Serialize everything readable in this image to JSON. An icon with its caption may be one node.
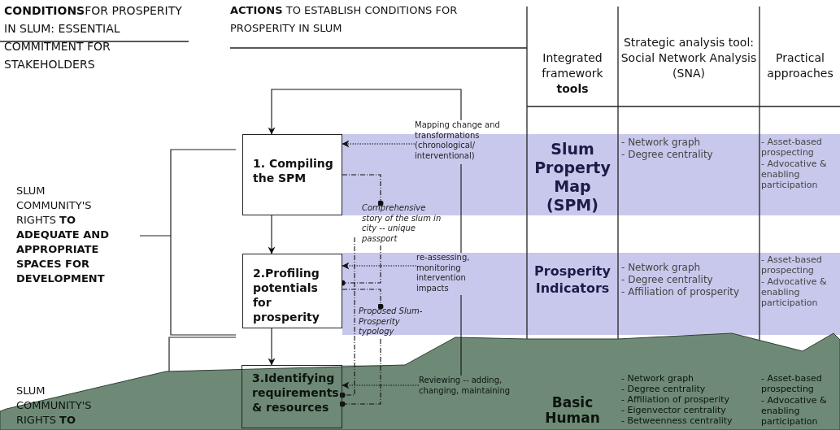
{
  "diagram": {
    "nodes": [
      {
        "text": [
          "1. Compiling the SPM"
        ]
      },
      {
        "text": [
          "2.Profiling potentials for prosperity"
        ]
      },
      {
        "text": [
          "3.Identifying requirements & resources"
        ]
      },
      {
        "text": [
          "Mapping change and transformations (chronological/ interventional)"
        ]
      },
      {
        "text": [
          "re-assessing, monitoring intervention impacts"
        ]
      },
      {
        "text": [
          "Reviewing -- adding, changing, maintaining"
        ]
      },
      {
        "text": [
          "Comprehensive story of the slum in city -- unique passport"
        ]
      },
      {
        "text": [
          "Proposed Slum-Prosperity typology"
        ]
      }
    ],
    "edges": [
      {
        "from": 3,
        "to": 0,
        "arrow": "to"
      },
      {
        "from": 3,
        "to": 0,
        "arrow": "to",
        "style": "dashed"
      },
      {
        "from": 3,
        "to": 4,
        "arrow": "none"
      },
      {
        "from": 4,
        "to": 1,
        "arrow": "to",
        "style": "dashed"
      },
      {
        "from": 4,
        "to": 5,
        "arrow": "none"
      },
      {
        "from": 5,
        "to": 2,
        "arrow": "to",
        "style": "dashed"
      },
      {
        "from": 0,
        "to": 1,
        "arrow": "to"
      },
      {
        "from": 1,
        "to": 2,
        "arrow": "to"
      },
      {
        "from": 0,
        "to": 6,
        "arrow": "other",
        "style": "dashed"
      },
      {
        "from": 6,
        "to": 1,
        "arrow": "other",
        "style": "dashed"
      },
      {
        "from": 1,
        "to": 7,
        "arrow": "other",
        "style": "dashed"
      },
      {
        "from": 6,
        "to": 2,
        "arrow": "other",
        "style": "dashed"
      },
      {
        "from": 7,
        "to": 2,
        "arrow": "other",
        "style": "dashed"
      }
    ],
    "labels": [
      "**CONDITIONS**FOR PROSPERITY IN SLUM: ESSENTIAL COMMITMENT FOR STAKEHOLDERS",
      "**ACTIONS** TO ESTABLISH CONDITIONS FOR PROSPERITY IN SLUM",
      "Integrated framework **tools**",
      "Strategic analysis tool: Social Network Analysis (SNA)",
      "Practical approaches",
      "SLUM COMMUNITY'S RIGHTS **TO ADEQUATE AND APPROPRIATE SPACES FOR DEVELOPMENT**",
      "Slum Property Map (SPM)",
      "- Network graph",
      "- Degree centrality",
      "- Asset-based prospecting",
      "- Advocative & enabling participation",
      "Prosperity Indicators",
      "- Network graph",
      "- Degree centrality",
      "- Affiliation of prosperity",
      "- Asset-based prospecting",
      "- Advocative & enabling participation",
      "SLUM COMMUNITY'S RIGHTS **TO**",
      "Basic Human",
      "- Network graph",
      "- Degree centrality",
      "- Affiliation of prosperity",
      "- Eigenvector centrality",
      "- Betweenness centrality",
      "- Asset-based prospecting",
      "- Advocative & enabling participation"
    ]
  }
}
